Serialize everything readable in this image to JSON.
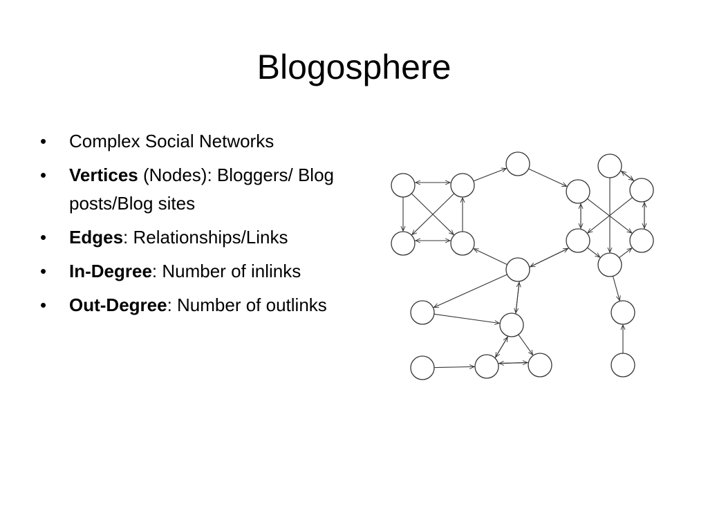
{
  "slide": {
    "title": "Blogosphere",
    "bullet_glyph": "•",
    "bullets": [
      {
        "bold": "",
        "rest": "Complex Social Networks"
      },
      {
        "bold": "Vertices",
        "rest": " (Nodes): Bloggers/ Blog posts/Blog sites"
      },
      {
        "bold": "Edges",
        "rest": ": Relationships/Links"
      },
      {
        "bold": "In-Degree",
        "rest": ": Number of inlinks"
      },
      {
        "bold": "Out-Degree",
        "rest": ": Number of outlinks"
      }
    ]
  },
  "graph": {
    "node_count": 20,
    "line_color": "#333333"
  }
}
